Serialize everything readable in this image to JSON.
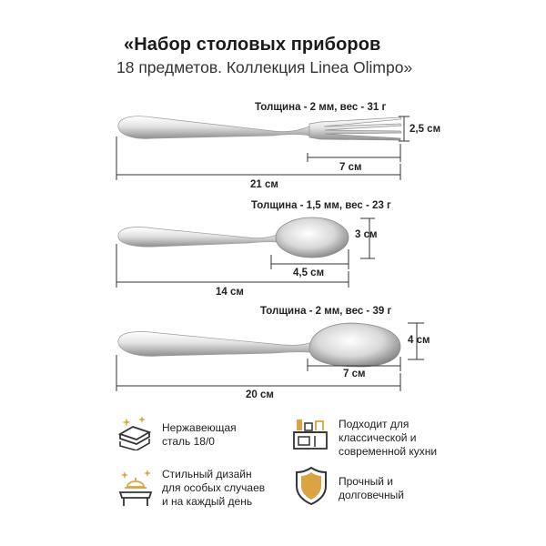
{
  "header": {
    "title": "«Набор столовых приборов",
    "subtitle": "18 предметов. Коллекция Linea Olimpo»"
  },
  "items": {
    "fork": {
      "spec": "Толщина - 2 мм, вес - 31 г",
      "head_width": "2,5 см",
      "head_length": "7 см",
      "total_length": "21 см"
    },
    "teaspoon": {
      "spec": "Толщина - 1,5 мм, вес - 23 г",
      "head_width": "3 см",
      "head_length": "4,5 см",
      "total_length": "14 см"
    },
    "tablespoon": {
      "spec": "Толщина - 2 мм, вес - 39 г",
      "head_width": "4 см",
      "head_length": "7 см",
      "total_length": "20 см"
    }
  },
  "features": [
    {
      "icon": "steel-sheets-icon",
      "text": [
        "Нержавеющая",
        "сталь 18/0"
      ]
    },
    {
      "icon": "kitchen-icon",
      "text": [
        "Подходит для",
        "классической и",
        "современной кухни"
      ]
    },
    {
      "icon": "dining-table-icon",
      "text": [
        "Стильный дизайн",
        "для особых случаев",
        "и на каждый день"
      ]
    },
    {
      "icon": "shield-icon",
      "text": [
        "Прочный и",
        "долговечный"
      ]
    }
  ],
  "colors": {
    "text": "#1a1a1a",
    "icon_dark": "#333333",
    "icon_gold": "#d9a441",
    "steel_light": "#f2f2f2",
    "steel_dark": "#9a9a9a"
  }
}
